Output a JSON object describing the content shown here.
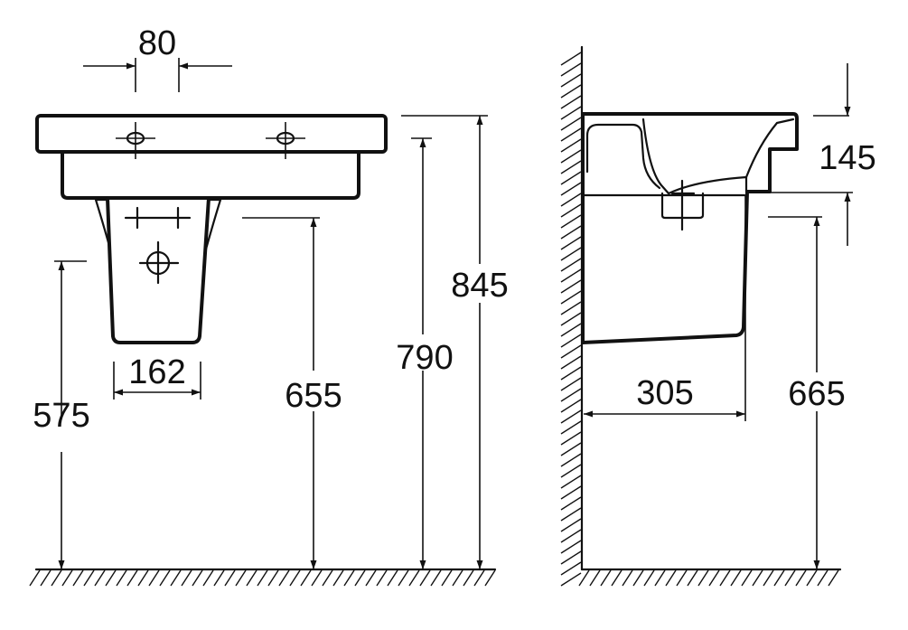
{
  "front_view": {
    "dims": {
      "tap_spacing": "80",
      "pedestal_width": "162",
      "bottom_pedestal_height": "575",
      "outlet_height": "655",
      "bowl_bottom_height": "790",
      "total_height": "845"
    }
  },
  "side_view": {
    "dims": {
      "rim_depth": "145",
      "projection": "305",
      "underside_height": "665"
    }
  },
  "colors": {
    "line": "#111111",
    "background": "#ffffff"
  }
}
